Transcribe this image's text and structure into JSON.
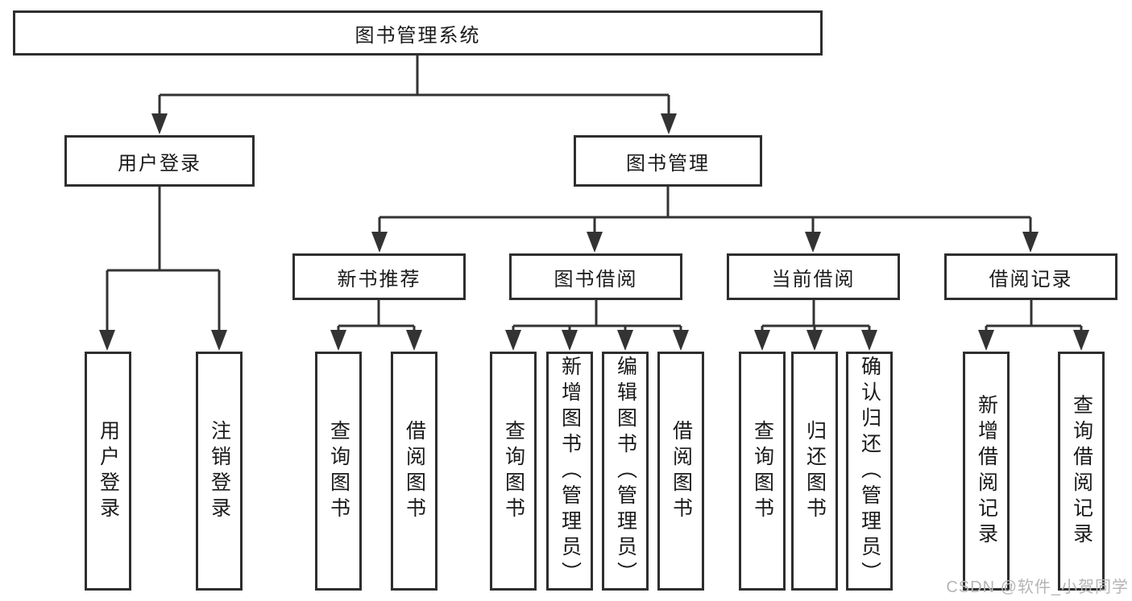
{
  "diagram": {
    "root": {
      "label": "图书管理系统"
    },
    "level2": {
      "user_login": {
        "label": "用户登录"
      },
      "book_management": {
        "label": "图书管理"
      }
    },
    "level3": {
      "new_book_recommend": {
        "label": "新书推荐"
      },
      "book_borrow": {
        "label": "图书借阅"
      },
      "current_borrow": {
        "label": "当前借阅"
      },
      "borrow_records": {
        "label": "借阅记录"
      }
    },
    "leaves": {
      "login": [
        "用户登录",
        "注销登录"
      ],
      "new_book_recommend": [
        "查询图书",
        "借阅图书"
      ],
      "book_borrow": [
        "查询图书",
        "新增图书（管理员）",
        "编辑图书（管理员）",
        "借阅图书"
      ],
      "current_borrow": [
        "查询图书",
        "归还图书",
        "确认归还（管理员）"
      ],
      "borrow_records": [
        "新增借阅记录",
        "查询借阅记录"
      ]
    }
  },
  "watermark": "CSDN @软件_小贺同学",
  "colors": {
    "line": "#333333",
    "border": "#2e2e2e",
    "text": "#1a1a1a",
    "background": "#ffffff",
    "watermark": "#b5b5b5"
  }
}
